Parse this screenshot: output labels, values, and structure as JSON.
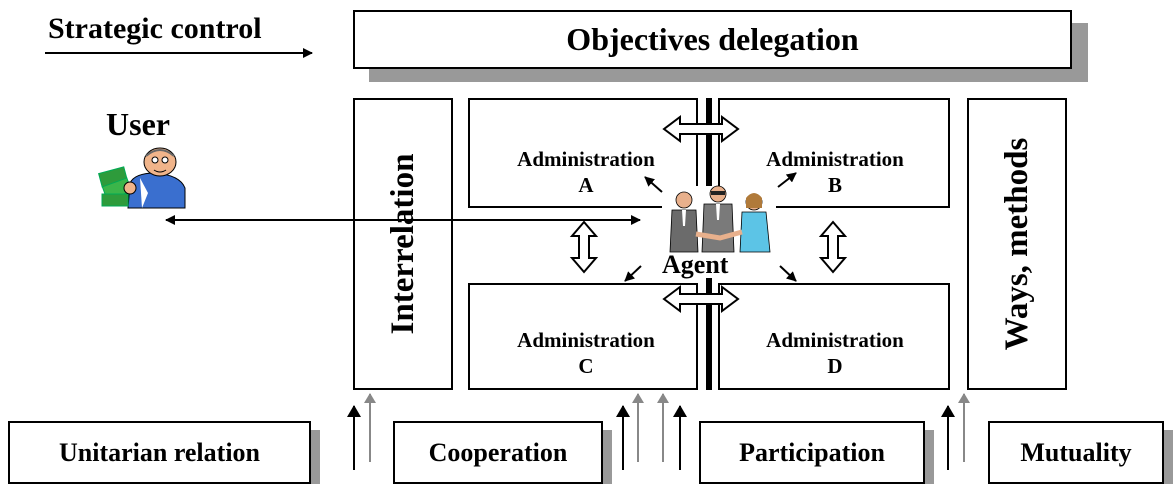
{
  "strategic_control": "Strategic control",
  "objectives": "Objectives delegation",
  "user": "User",
  "interrelation": "Interrelation",
  "ways_methods": "Ways, methods",
  "agent": "Agent",
  "admins": {
    "a": {
      "title": "Administration",
      "letter": "A"
    },
    "b": {
      "title": "Administration",
      "letter": "B"
    },
    "c": {
      "title": "Administration",
      "letter": "C"
    },
    "d": {
      "title": "Administration",
      "letter": "D"
    }
  },
  "bottom": {
    "unitarian": "Unitarian relation",
    "cooperation": "Cooperation",
    "participation": "Participation",
    "mutuality": "Mutuality"
  },
  "icons": {
    "user": "user-with-money-icon",
    "agent": "handshake-people-icon"
  }
}
